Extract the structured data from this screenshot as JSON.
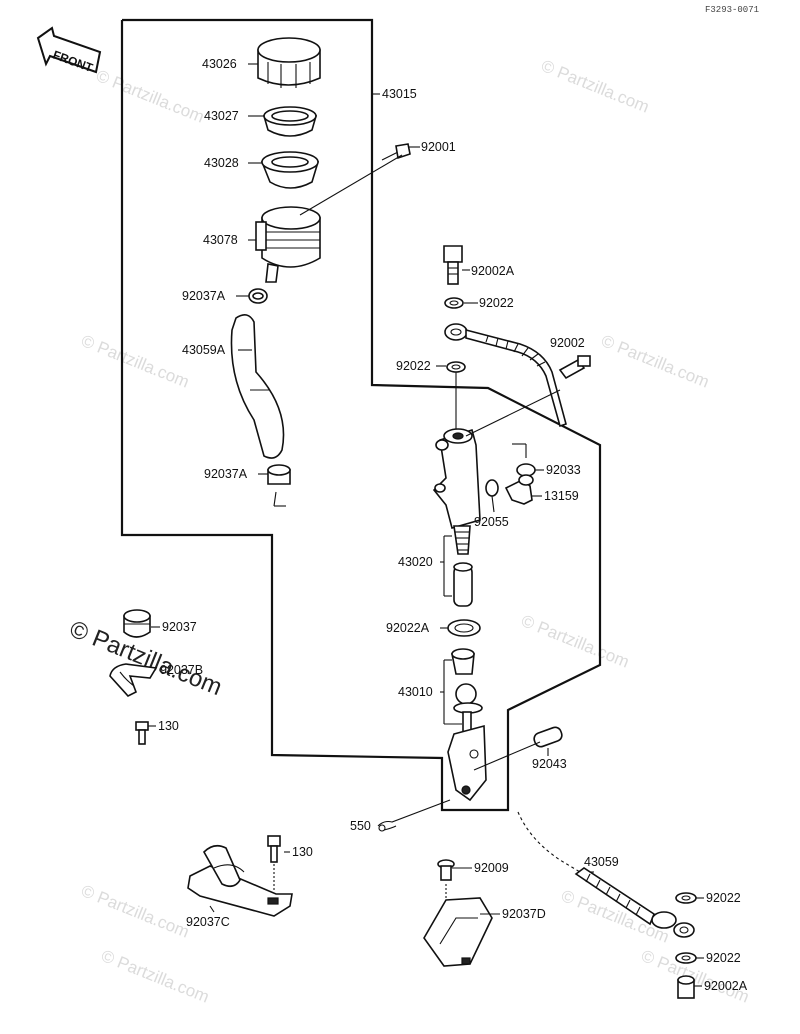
{
  "diagram": {
    "code": "F3293-0071",
    "front_label": "FRONT",
    "watermark_text": "© Partzilla.com",
    "watermark_large_text": "© Partzilla.com",
    "labels": {
      "p43026": "43026",
      "p43015": "43015",
      "p43027": "43027",
      "p43028": "43028",
      "p92001": "92001",
      "p43078": "43078",
      "p92002A_top": "92002A",
      "p92022_a": "92022",
      "p92037A_top": "92037A",
      "p92002": "92002",
      "p43059A": "43059A",
      "p92022_b": "92022",
      "p92033": "92033",
      "p92037A_bottom": "92037A",
      "p13159": "13159",
      "p92055": "92055",
      "p43020": "43020",
      "p92037": "92037",
      "p92022A": "92022A",
      "p92037B": "92037B",
      "p43010": "43010",
      "p130_a": "130",
      "p92043": "92043",
      "p550": "550",
      "p130_b": "130",
      "p92009": "92009",
      "p43059": "43059",
      "p92022_c": "92022",
      "p92037C": "92037C",
      "p92037D": "92037D",
      "p92022_d": "92022",
      "p92002A_bottom": "92002A"
    }
  }
}
